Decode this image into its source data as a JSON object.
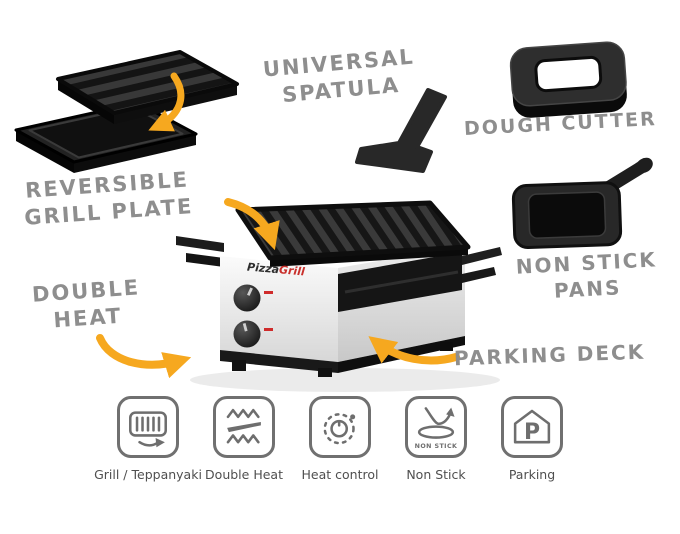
{
  "product": {
    "logo_part1": "Pizza",
    "logo_part2": "Grill"
  },
  "callouts": {
    "reversible_grill_plate": {
      "line1": "REVERSIBLE",
      "line2": "GRILL PLATE"
    },
    "universal_spatula": {
      "line1": "UNIVERSAL",
      "line2": "SPATULA"
    },
    "dough_cutter": {
      "label": "DOUGH CUTTER"
    },
    "non_stick_pans": {
      "line1": "NON STICK",
      "line2": "PANS"
    },
    "double_heat": {
      "line1": "DOUBLE",
      "line2": "HEAT"
    },
    "parking_deck": {
      "label": "PARKING DECK"
    }
  },
  "features": [
    {
      "label": "Grill / Teppanyaki"
    },
    {
      "label": "Double Heat"
    },
    {
      "label": "Heat control"
    },
    {
      "label": "Non Stick",
      "icon_text": "NON STICK"
    },
    {
      "label": "Parking",
      "icon_text": "P"
    }
  ],
  "colors": {
    "arrow": "#F6A81F",
    "callout_text": "#8E8E8E",
    "icon_stroke": "#6E6E6E",
    "logo_accent": "#C9302C",
    "knob_indicator": "#CF2B2B"
  }
}
